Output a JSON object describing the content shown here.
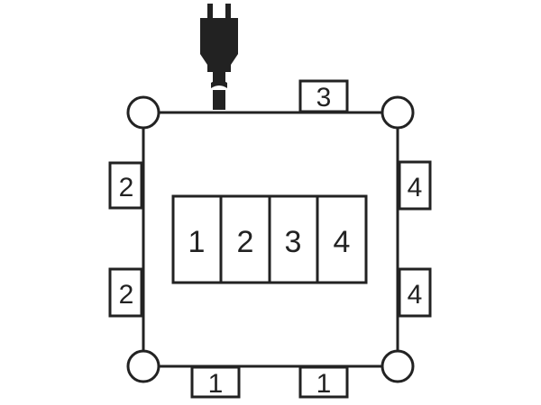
{
  "colors": {
    "stroke": "#222222",
    "fill": "#ffffff",
    "plug": "#222222"
  },
  "icons": {
    "plug": "power-plug-icon",
    "corner": "circle-node"
  },
  "panel": {
    "labels": [
      "1",
      "2",
      "3",
      "4"
    ]
  },
  "outlets": {
    "top": [
      "3"
    ],
    "left": [
      "2",
      "2"
    ],
    "right": [
      "4",
      "4"
    ],
    "bottom": [
      "1",
      "1"
    ]
  }
}
